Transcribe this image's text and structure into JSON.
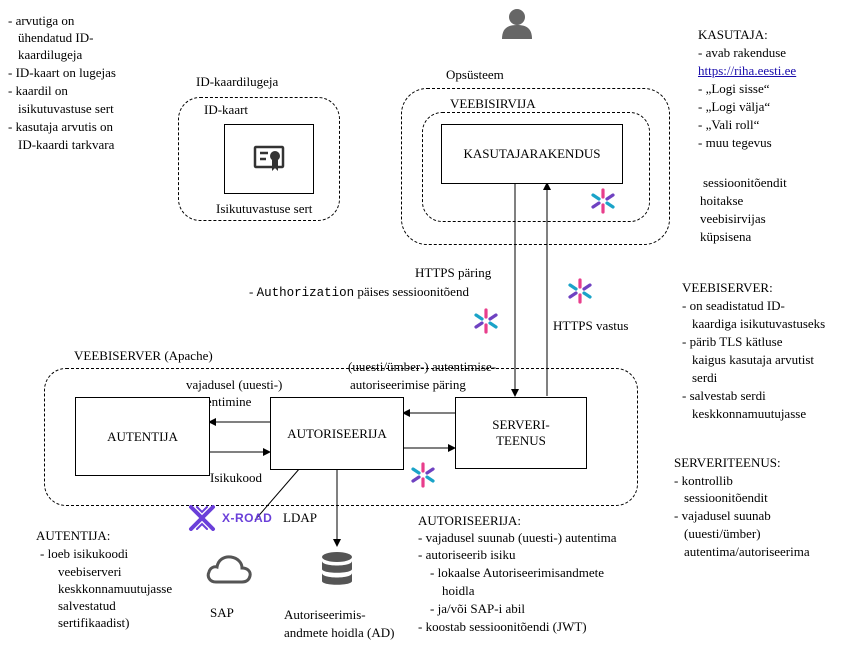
{
  "top_left_notes": [
    "- arvutiga on",
    "ühendatud ID-",
    "kaardilugeja",
    "- ID-kaart on lugejas",
    "- kaardil on",
    "isikutuvastuse sert",
    "- kasutaja arvutis on",
    "ID-kaardi tarkvara"
  ],
  "idcard_reader": {
    "title": "ID-kaardilugeja",
    "card_label": "ID-kaart",
    "cert_label": "Isikutuvastuse sert"
  },
  "os": {
    "title": "Opsüsteem",
    "browser_title": "VEEBISIRVIJA",
    "app_label": "KASUTAJARAKENDUS"
  },
  "kasutaja": {
    "title": "KASUTAJA:",
    "lines": [
      "- avab rakenduse",
      "https://riha.eesti.ee",
      "- „Logi sisse“",
      "- „Logi välja“",
      "- „Vali roll“",
      "- muu tegevus"
    ],
    "session_note": [
      "sessioonitõendit",
      "hoitakse",
      "veebisirvijas",
      "küpsisena"
    ]
  },
  "https_request": {
    "line1": "HTTPS päring",
    "prefix": "- ",
    "header_mono": "Authorization",
    "suffix": " päises sessioonitõend"
  },
  "https_response": "HTTPS vastus",
  "veebiserver_note": {
    "title": "VEEBISERVER:",
    "lines": [
      "- on seadistatud ID-",
      "kaardiga isikutuvastuseks",
      "-  pärib TLS kätluse",
      "kaigus kasutaja arvutist",
      "serdi",
      "- salvestab serdi",
      "keskkonnamuutujasse"
    ]
  },
  "serviteenus_note": {
    "title": "SERVERITEENUS:",
    "lines": [
      "- kontrollib",
      "sessioonitõendit",
      "- vajadusel suunab",
      "(uuesti/ümber)",
      "autentima/autoriseerima"
    ]
  },
  "webserver": {
    "title": "VEEBISERVER (Apache)",
    "autentija": "AUTENTIJA",
    "autoriseerija": "AUTORISEERIJA",
    "serviteenus_l1": "SERVERI-",
    "serviteenus_l2": "TEENUS",
    "reauth_l1": "vajadusel (uuesti-)",
    "reauth_l2": "autentimine",
    "request_l1": "(uuesti/ümber-)  autentimise-",
    "request_l2": "autoriseerimise päring",
    "isikukood": "Isikukood"
  },
  "xroad": {
    "logo": "X-ROAD",
    "ldap": "LDAP"
  },
  "autentija_note": {
    "title": "AUTENTIJA:",
    "lines": [
      "-   loeb isikukoodi",
      "veebiserveri",
      "keskkonnamuutujasse",
      "salvestatud",
      "sertifikaadist)"
    ]
  },
  "sap": "SAP",
  "db": {
    "l1": "Autoriseerimis-",
    "l2": "andmete hoidla (AD)"
  },
  "autoriseerija_note": {
    "title": "AUTORISEERIJA:",
    "lines": [
      "- vajadusel suunab (uuesti-) autentima",
      "- autoriseerib isiku",
      "- lokaalse Autoriseerimisandmete",
      "hoidla",
      "- ja/või  SAP-i abil",
      "- koostab sessioonitõendi  (JWT)"
    ]
  },
  "colors": {
    "xroad": "#6a3fd9",
    "cloud": "#555555",
    "user": "#666666"
  }
}
